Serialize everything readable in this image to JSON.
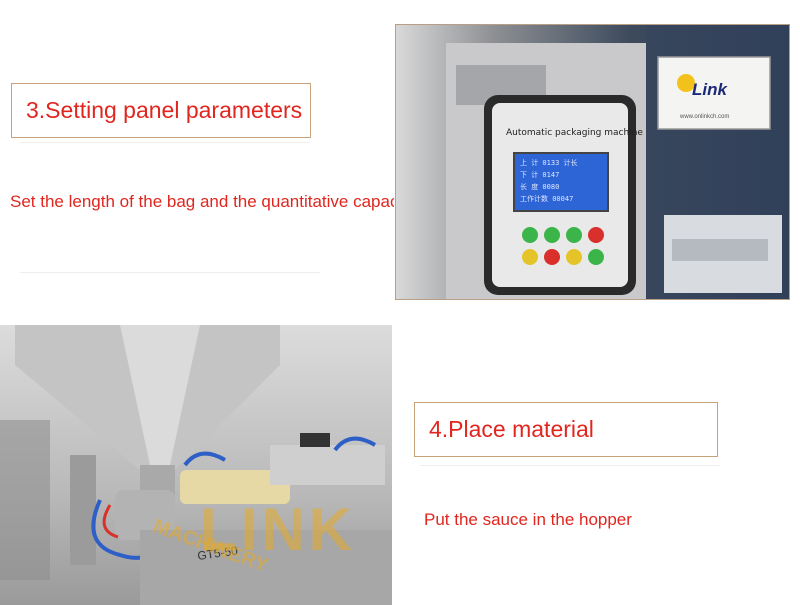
{
  "section3": {
    "title": "3.Setting panel parameters",
    "description": "Set the length of the bag and the quantitative capac"
  },
  "section4": {
    "title": "4.Place material",
    "description": "Put the sauce in the hopper"
  },
  "photo1": {
    "panel_label": "Automatic packaging machine",
    "screen_lines": [
      "上 计 0133 计长",
      "下 计 0147",
      "长 度 0080",
      "工作计数 00047"
    ],
    "logo_text": "Link",
    "logo_url": "www.onlinkch.com"
  },
  "photo2": {
    "model_label": "GT5-50",
    "watermark_brand": "LINK",
    "watermark_text": "MACHINERY"
  },
  "colors": {
    "title_text": "#e0261f",
    "box_border": "#c8a27a"
  }
}
